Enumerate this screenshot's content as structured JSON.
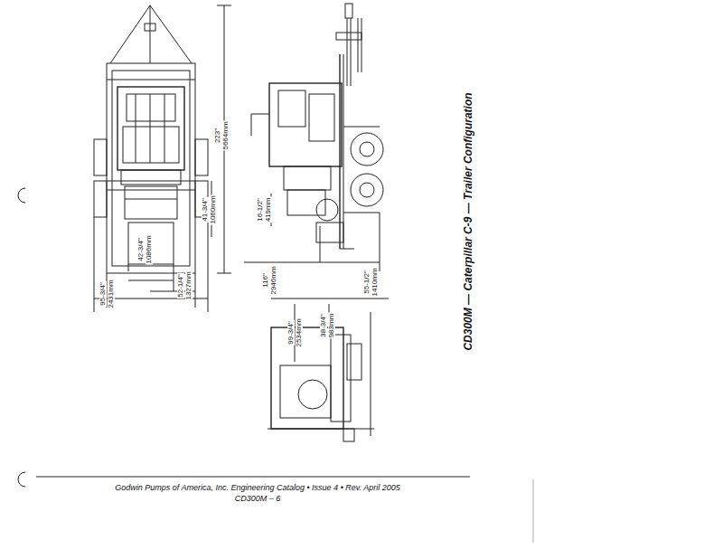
{
  "diagram": {
    "title": "CD300M — Caterpillar C-9 — Trailer Configuration",
    "labels": [
      "223\"",
      "5664mm",
      "41-3/4\"",
      "1060mm",
      "42-3/4\"",
      "1086mm",
      "52-1/4\"",
      "1327mm",
      "95-3/4\"",
      "2431mm",
      "16-1/2\"",
      "419mm",
      "116\"",
      "2946mm",
      "55-1/2\"",
      "1410mm",
      "99-3/4\"",
      "2534mm",
      "38-3/4\"",
      "983mm",
      "Godwin Pumps of America, Inc. Engineering Catalog • Issue 4 • Rev. April 2005",
      "CD300M – 6"
    ]
  }
}
